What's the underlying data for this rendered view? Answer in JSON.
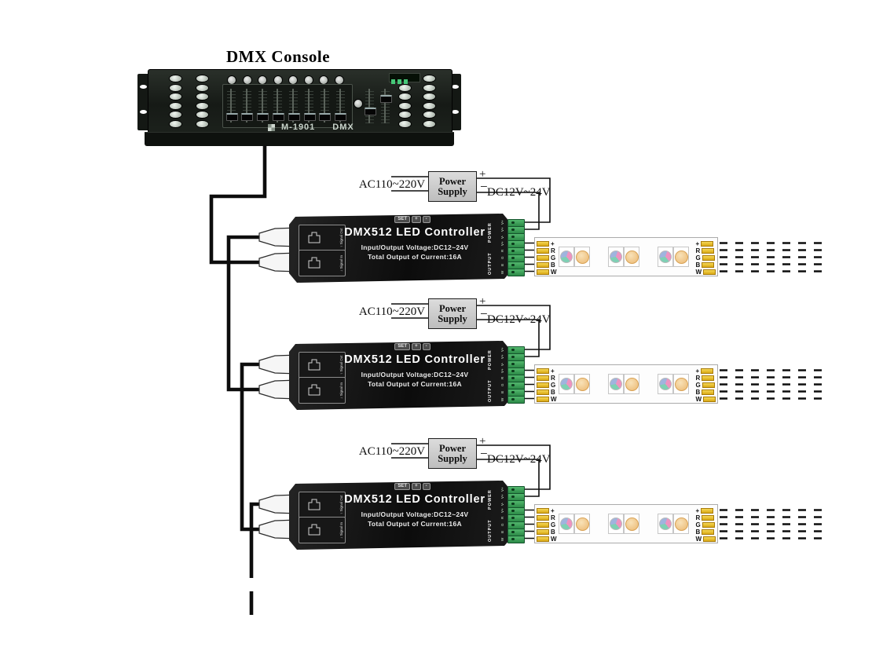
{
  "page_title": "DMX Console",
  "console": {
    "model": "M-1901",
    "brand": "DMX"
  },
  "sections": [
    {
      "power_supply": {
        "line1": "Power",
        "line2": "Supply",
        "ac_input": "AC110~220V",
        "dc_output": "DC12V~24V",
        "plus": "+",
        "minus": "−"
      },
      "controller": {
        "title": "DMX512 LED Controller",
        "spec_voltage": "Input/Output Voltage:DC12~24V",
        "spec_current": "Total Output of Current:16A",
        "set": "SET",
        "set_plus": "+",
        "set_minus": "-",
        "power_group": "POWER",
        "output_group": "OUTPUT",
        "power_pins": [
          "V+",
          "V+",
          "V-"
        ],
        "output_pins": [
          "V+",
          "R",
          "G",
          "B",
          "W"
        ],
        "port_out": "Signal Out",
        "port_in": "Signal In",
        "out_arrow": "↑",
        "in_arrow": "↓"
      },
      "led_strip": {
        "pad_labels": [
          "+",
          "R",
          "G",
          "B",
          "W"
        ],
        "module_count": 3
      }
    },
    {
      "power_supply": {
        "line1": "Power",
        "line2": "Supply",
        "ac_input": "AC110~220V",
        "dc_output": "DC12V~24V",
        "plus": "+",
        "minus": "−"
      },
      "controller": {
        "title": "DMX512 LED Controller",
        "spec_voltage": "Input/Output Voltage:DC12~24V",
        "spec_current": "Total Output of Current:16A",
        "set": "SET",
        "set_plus": "+",
        "set_minus": "-",
        "power_group": "POWER",
        "output_group": "OUTPUT",
        "power_pins": [
          "V+",
          "V+",
          "V-"
        ],
        "output_pins": [
          "V+",
          "R",
          "G",
          "B",
          "W"
        ],
        "port_out": "Signal Out",
        "port_in": "Signal In",
        "out_arrow": "↑",
        "in_arrow": "↓"
      },
      "led_strip": {
        "pad_labels": [
          "+",
          "R",
          "G",
          "B",
          "W"
        ],
        "module_count": 3
      }
    },
    {
      "power_supply": {
        "line1": "Power",
        "line2": "Supply",
        "ac_input": "AC110~220V",
        "dc_output": "DC12V~24V",
        "plus": "+",
        "minus": "−"
      },
      "controller": {
        "title": "DMX512 LED Controller",
        "spec_voltage": "Input/Output Voltage:DC12~24V",
        "spec_current": "Total Output of Current:16A",
        "set": "SET",
        "set_plus": "+",
        "set_minus": "-",
        "power_group": "POWER",
        "output_group": "OUTPUT",
        "power_pins": [
          "V+",
          "V+",
          "V-"
        ],
        "output_pins": [
          "V+",
          "R",
          "G",
          "B",
          "W"
        ],
        "port_out": "Signal Out",
        "port_in": "Signal In",
        "out_arrow": "↑",
        "in_arrow": "↓"
      },
      "led_strip": {
        "pad_labels": [
          "+",
          "R",
          "G",
          "B",
          "W"
        ],
        "module_count": 3
      }
    }
  ],
  "colors": {
    "wire": "#0d0d0d",
    "power_supply_box": "#c9c9c9",
    "controller_body": "#161616",
    "terminal_green": "#3aa05a",
    "pad_yellow": "#e3b92e",
    "led_amber": "#ecb871",
    "console_body": "#1b201c"
  }
}
